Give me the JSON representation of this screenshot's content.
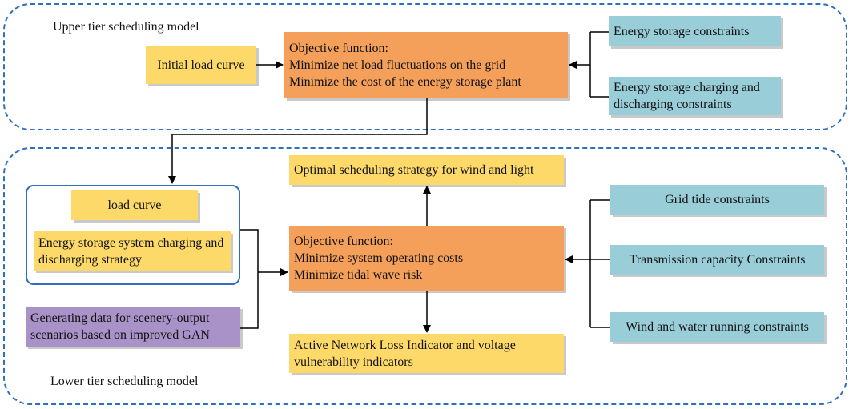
{
  "upper": {
    "label": "Upper tier scheduling model",
    "initial_load": "Initial load curve",
    "objective": {
      "title": "Objective function:",
      "lines": [
        "Minimize net load fluctuations on the grid",
        "Minimize the cost of the energy storage plant"
      ]
    },
    "constraints": [
      "Energy storage constraints",
      "Energy storage charging and discharging constraints"
    ]
  },
  "lower": {
    "label": "Lower tier scheduling model",
    "load_curve": "load curve",
    "charging_strategy": "Energy storage system charging and discharging strategy",
    "gan": "Generating data for scenery-output scenarios based on improved GAN",
    "optimal": "Optimal scheduling strategy for wind and light",
    "objective": {
      "title": "Objective function:",
      "lines": [
        "Minimize system operating costs",
        "Minimize tidal wave risk"
      ]
    },
    "indicators": "Active Network Loss Indicator and voltage vulnerability indicators",
    "constraints": [
      "Grid tide constraints",
      "Transmission capacity Constraints",
      "Wind and water running constraints"
    ]
  },
  "colors": {
    "yellow": "#fdd96a",
    "orange": "#f4a05a",
    "cyan": "#99ced8",
    "purple": "#a892c7",
    "frame_blue": "#2f6fc0"
  }
}
